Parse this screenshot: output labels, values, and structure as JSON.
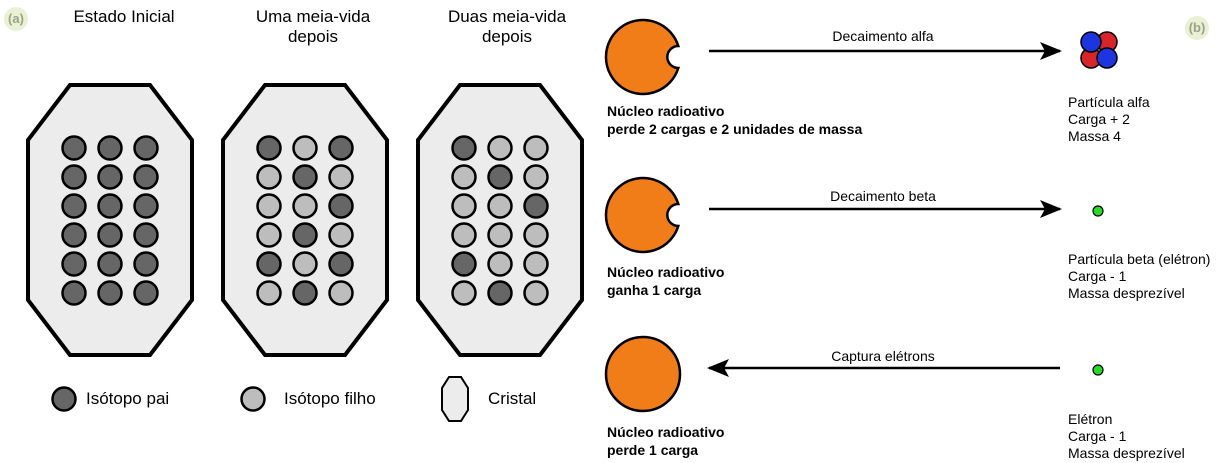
{
  "panel_a": {
    "badge": "(a)",
    "titles": [
      [
        "Estado Inicial"
      ],
      [
        "Uma meia-vida",
        "depois"
      ],
      [
        "Duas meia-vida",
        "depois"
      ]
    ],
    "crystals": [
      [
        "P",
        "P",
        "P",
        "P",
        "P",
        "P",
        "P",
        "P",
        "P",
        "P",
        "P",
        "P",
        "P",
        "P",
        "P",
        "P",
        "P",
        "P"
      ],
      [
        "P",
        "F",
        "P",
        "F",
        "P",
        "F",
        "F",
        "F",
        "P",
        "F",
        "P",
        "F",
        "P",
        "F",
        "P",
        "F",
        "P",
        "F"
      ],
      [
        "P",
        "F",
        "F",
        "F",
        "P",
        "F",
        "F",
        "F",
        "P",
        "F",
        "F",
        "F",
        "P",
        "F",
        "F",
        "F",
        "P",
        "F"
      ]
    ],
    "legend": {
      "parent_label": "Isótopo pai",
      "daughter_label": "Isótopo filho",
      "crystal_label": "Cristal"
    },
    "colors": {
      "parent": "#666666",
      "daughter": "#bdbdbd",
      "crystal_fill": "#ececec",
      "outline": "#000000"
    }
  },
  "panel_b": {
    "badge": "(b)",
    "rows": [
      {
        "arrow_label": "Decaimento alfa",
        "direction": "right",
        "nucleus_notch": true,
        "nucleus_caption": [
          "Núcleo radioativo",
          "perde 2 cargas e 2 unidades de massa"
        ],
        "particle": "alpha",
        "particle_caption": [
          "Partícula alfa",
          "Carga + 2",
          "Massa 4"
        ]
      },
      {
        "arrow_label": "Decaimento beta",
        "direction": "right",
        "nucleus_notch": true,
        "nucleus_caption": [
          "Núcleo radioativo",
          "ganha 1 carga"
        ],
        "particle": "electron",
        "particle_caption": [
          "Partícula beta (elétron)",
          "Carga - 1",
          "Massa desprezível"
        ]
      },
      {
        "arrow_label": "Captura elétrons",
        "direction": "left",
        "nucleus_notch": false,
        "nucleus_caption": [
          "Núcleo radioativo",
          "perde 1 carga"
        ],
        "particle": "electron",
        "particle_caption": [
          "Elétron",
          "Carga - 1",
          "Massa desprezível"
        ]
      }
    ],
    "colors": {
      "nucleus": "#f07d18",
      "nucleus_outline": "#000000",
      "proton": "#d9252a",
      "neutron": "#1d35e0",
      "electron": "#22dd22"
    }
  }
}
